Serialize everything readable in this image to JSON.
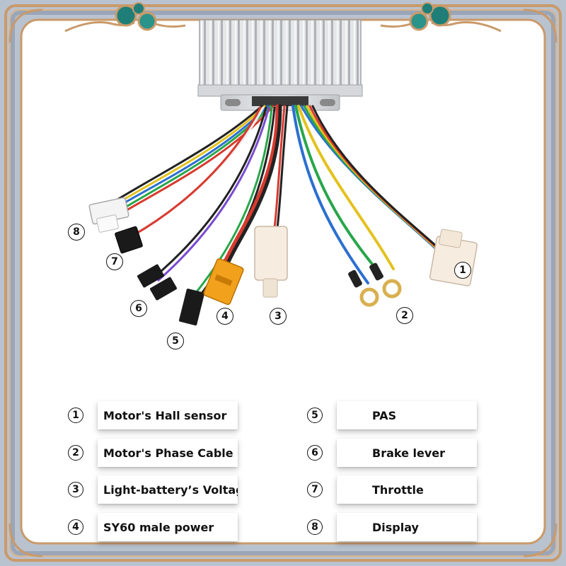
{
  "legend": [
    {
      "num": "1",
      "label": "Motor's Hall sensor"
    },
    {
      "num": "2",
      "label": "Motor's Phase Cable"
    },
    {
      "num": "3",
      "label": "Light-battery’s Voltage"
    },
    {
      "num": "4",
      "label": "SY60 male power"
    },
    {
      "num": "5",
      "label": "PAS"
    },
    {
      "num": "6",
      "label": "Brake lever"
    },
    {
      "num": "7",
      "label": "Throttle"
    },
    {
      "num": "8",
      "label": "Display"
    }
  ],
  "callouts": [
    "1",
    "2",
    "3",
    "4",
    "5",
    "6",
    "7",
    "8"
  ],
  "colors": {
    "frame_blue": "#b9c2cf",
    "frame_gold": "#c99a6a",
    "panel": "#ffffff",
    "ornament_teal": "#1f7f78",
    "connector_orange": "#f2a11d"
  }
}
